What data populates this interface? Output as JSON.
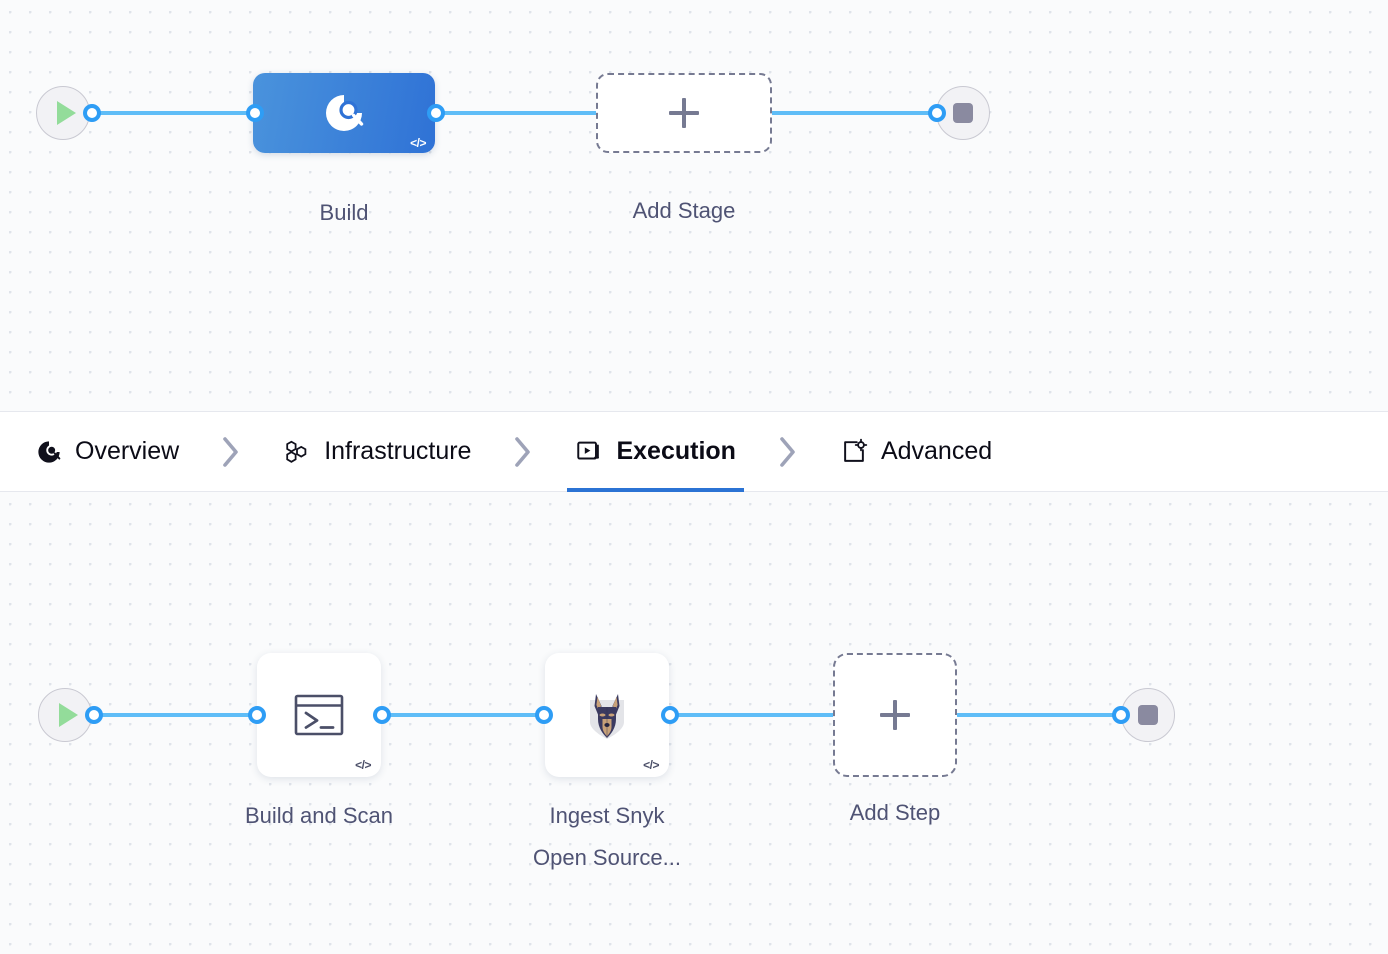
{
  "stage_canvas": {
    "start_node": {
      "name": "pipeline-start",
      "icon": "play-icon"
    },
    "end_node": {
      "name": "pipeline-end",
      "icon": "stop-icon"
    },
    "stages": [
      {
        "label": "Build",
        "icon": "build-stage-icon",
        "badge": "</>",
        "selected": true
      }
    ],
    "add_stage": {
      "label": "Add Stage",
      "icon": "plus-icon"
    }
  },
  "tabs": {
    "items": [
      {
        "label": "Overview",
        "icon": "overview-icon",
        "active": false
      },
      {
        "label": "Infrastructure",
        "icon": "infrastructure-icon",
        "active": false
      },
      {
        "label": "Execution",
        "icon": "execution-icon",
        "active": true
      },
      {
        "label": "Advanced",
        "icon": "advanced-icon",
        "active": false
      }
    ],
    "separator_icon": "chevron-right-icon",
    "active_color": "#2b73d4"
  },
  "step_canvas": {
    "start_node": {
      "name": "execution-start",
      "icon": "play-icon"
    },
    "end_node": {
      "name": "execution-end",
      "icon": "stop-icon"
    },
    "steps": [
      {
        "label": "Build and Scan",
        "icon": "terminal-icon",
        "badge": "</>"
      },
      {
        "label": "Ingest Snyk\nOpen Source...",
        "icon": "snyk-icon",
        "badge": "</>"
      }
    ],
    "add_step": {
      "label": "Add Step",
      "icon": "plus-icon"
    }
  },
  "colors": {
    "wire": "#5fbdf7",
    "port_ring": "#2e9df5",
    "stage_gradient_from": "#4a93dc",
    "stage_gradient_to": "#2f72d6",
    "play_green": "#93dc9a",
    "stop_gray": "#8a8aa0",
    "dashed_border": "#767a92",
    "caption_text": "#4f5374",
    "canvas_bg": "#fafbfc"
  }
}
